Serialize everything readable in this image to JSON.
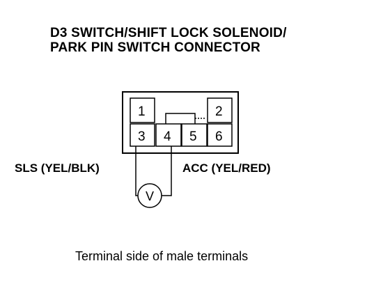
{
  "title": {
    "line1": "D3 SWITCH/SHIFT LOCK SOLENOID/",
    "line2": "PARK PIN SWITCH CONNECTOR"
  },
  "connector": {
    "pins": [
      "1",
      "2",
      "3",
      "4",
      "5",
      "6"
    ]
  },
  "labels": {
    "left_wire": "SLS (YEL/BLK)",
    "right_wire": "ACC (YEL/RED)"
  },
  "meter": {
    "symbol": "V"
  },
  "caption": "Terminal side of male terminals",
  "colors": {
    "ink": "#000000",
    "background": "#ffffff"
  }
}
